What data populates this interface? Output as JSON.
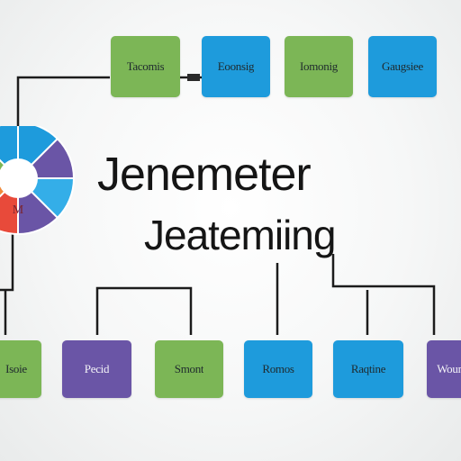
{
  "diagram": {
    "headline": "Jenemeter",
    "subheadline": "Jeatemiing",
    "colors": {
      "green": "#7cb656",
      "blue": "#1e9bdc",
      "purple": "#6a55a6",
      "line": "#1c1c1c"
    },
    "top_row": [
      {
        "label": "Tacomis",
        "color": "green"
      },
      {
        "label": "Eoonsig",
        "color": "blue"
      },
      {
        "label": "Iomonig",
        "color": "green"
      },
      {
        "label": "Gaugsiee",
        "color": "blue"
      }
    ],
    "bottom_row": [
      {
        "label": "Isoie",
        "color": "green"
      },
      {
        "label": "Pecid",
        "color": "purple"
      },
      {
        "label": "Smont",
        "color": "green"
      },
      {
        "label": "Romos",
        "color": "blue"
      },
      {
        "label": "Raqtine",
        "color": "blue"
      },
      {
        "label": "Woun",
        "color": "purple"
      }
    ],
    "wheel": {
      "center_glyph": "M",
      "segment_colors": [
        "#1e9bdc",
        "#6a55a6",
        "#34aee8",
        "#6a55a6",
        "#e84a3a",
        "#f08a3c",
        "#7cb656",
        "#1e9bdc"
      ]
    }
  }
}
